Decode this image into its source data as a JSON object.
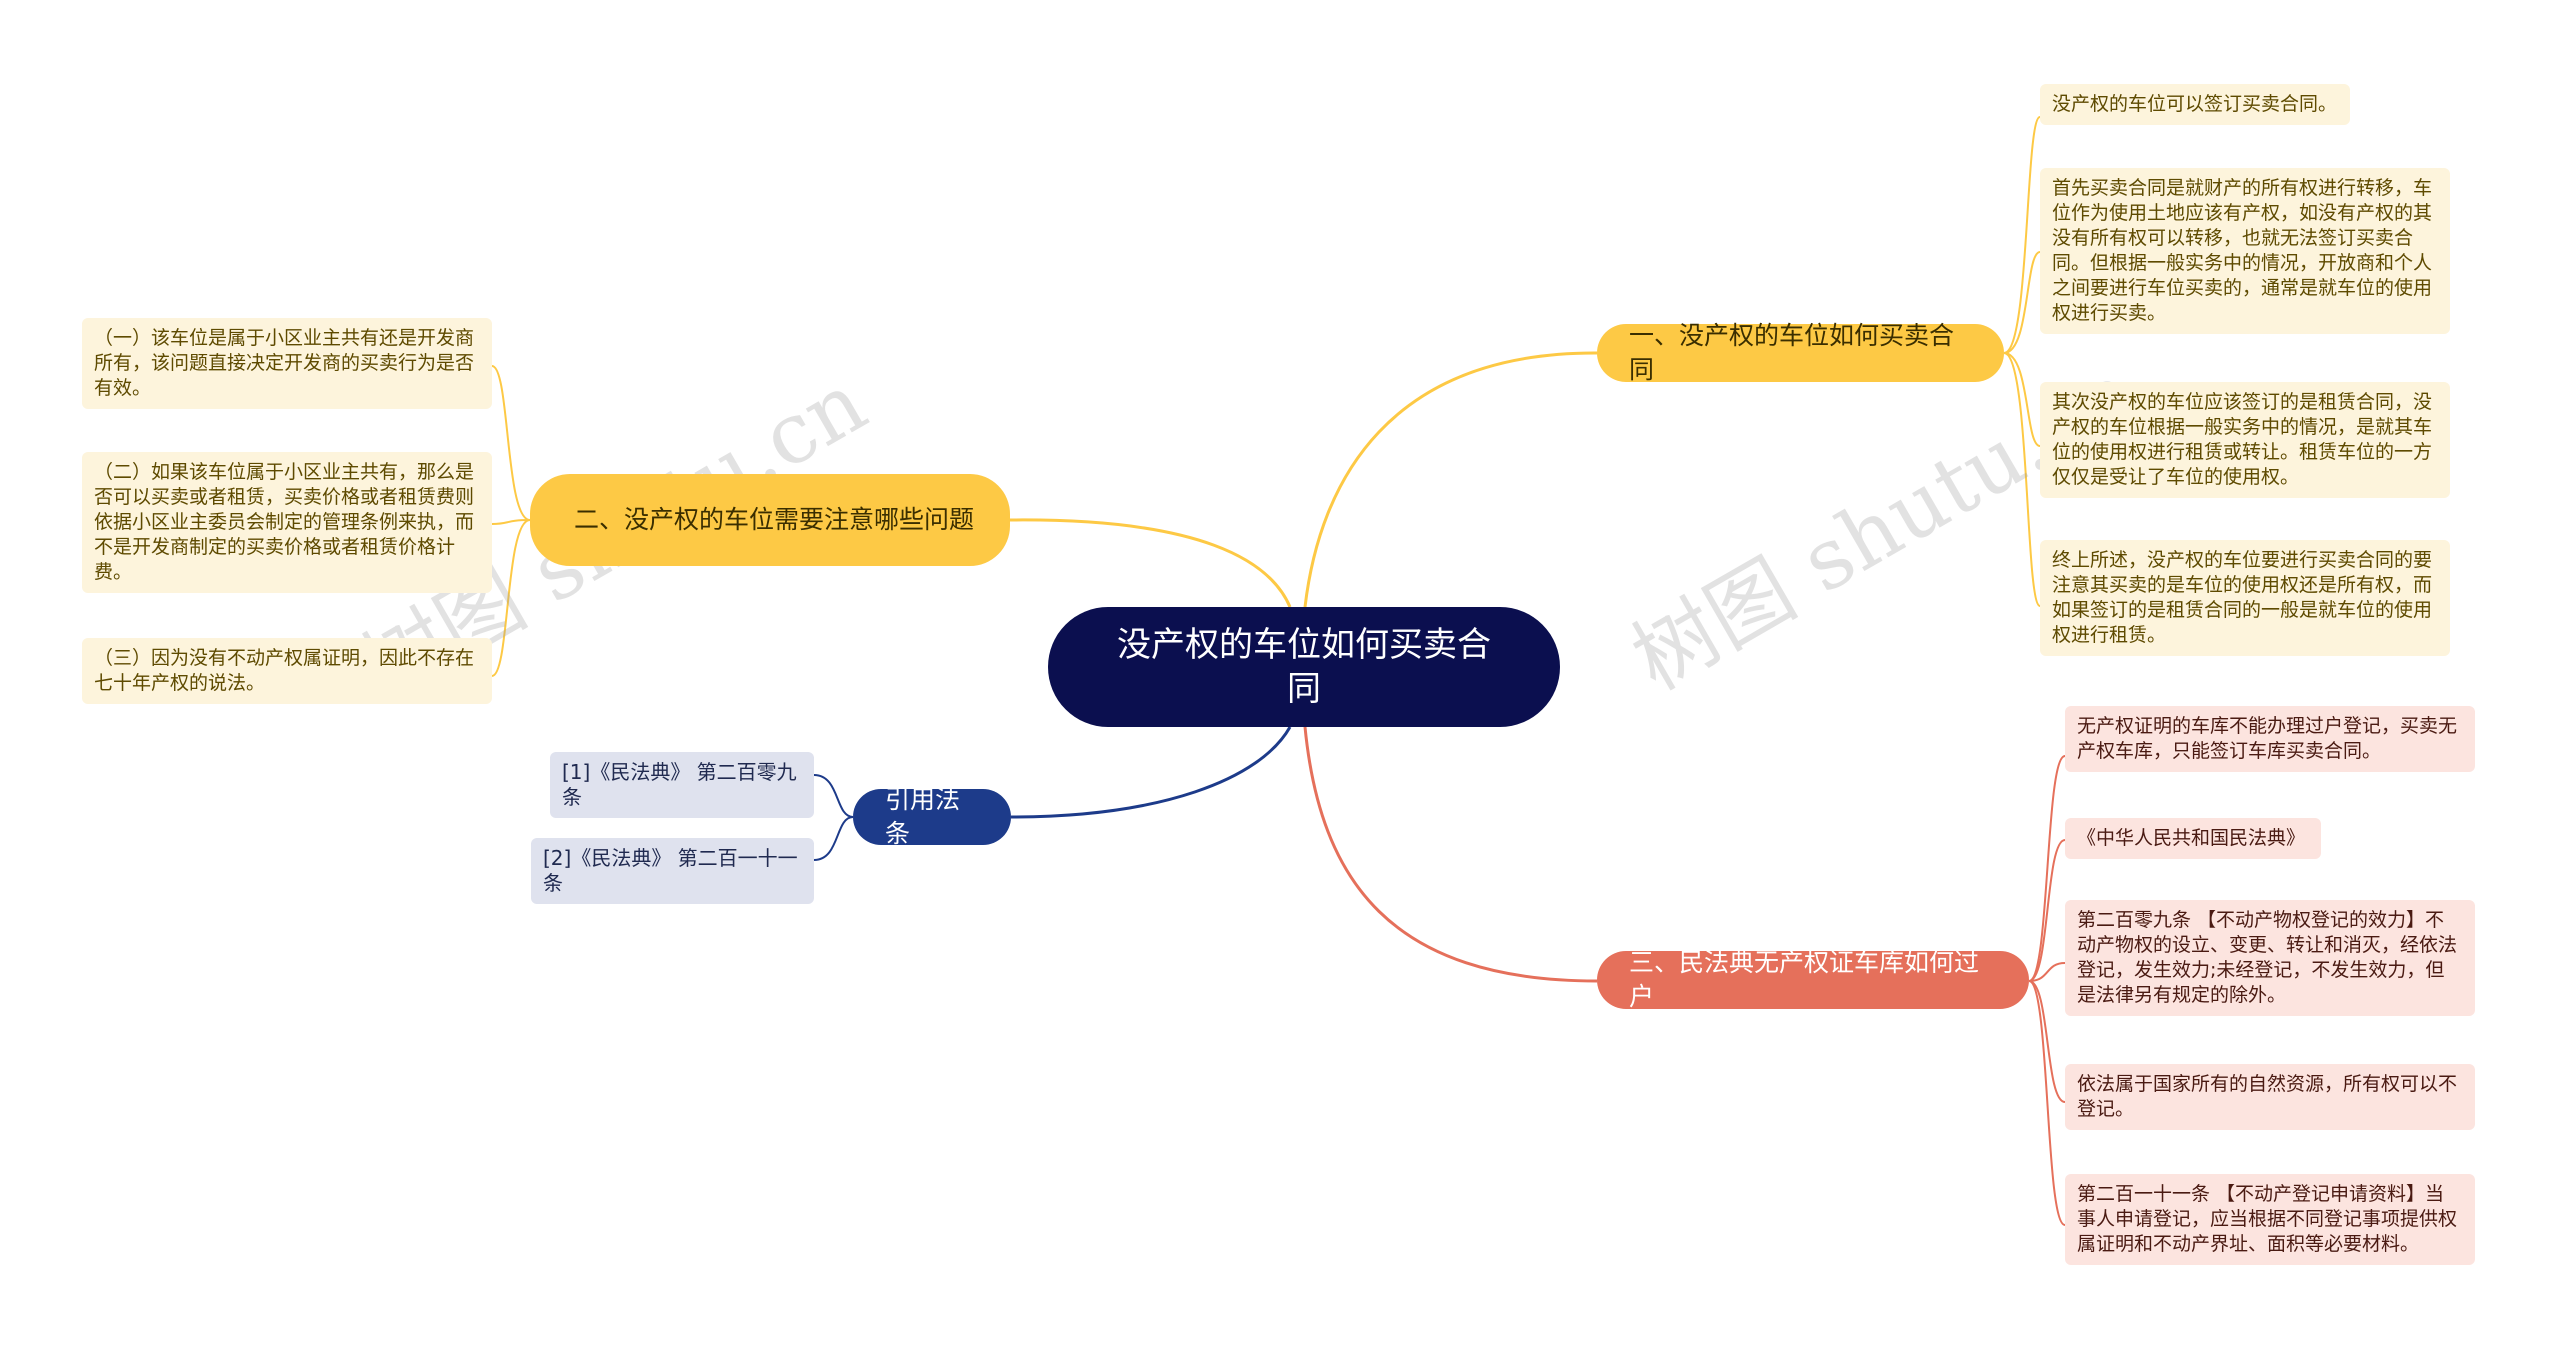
{
  "root": {
    "title": "没产权的车位如何买卖合同"
  },
  "branches": {
    "b1": {
      "label": "一、没产权的车位如何买卖合同",
      "color": "#fdc945",
      "items": [
        "没产权的车位可以签订买卖合同。",
        "首先买卖合同是就财产的所有权进行转移，车位作为使用土地应该有产权，如没有产权的其没有所有权可以转移，也就无法签订买卖合同。但根据一般实务中的情况，开放商和个人之间要进行车位买卖的，通常是就车位的使用权进行买卖。",
        "其次没产权的车位应该签订的是租赁合同，没产权的车位根据一般实务中的情况，是就其车位的使用权进行租赁或转让。租赁车位的一方仅仅是受让了车位的使用权。",
        "终上所述，没产权的车位要进行买卖合同的要注意其买卖的是车位的使用权还是所有权，而如果签订的是租赁合同的一般是就车位的使用权进行租赁。"
      ]
    },
    "b2": {
      "label": "二、没产权的车位需要注意哪些问题",
      "color": "#fdc945",
      "items": [
        "（一）该车位是属于小区业主共有还是开发商所有，该问题直接决定开发商的买卖行为是否有效。",
        "（二）如果该车位属于小区业主共有，那么是否可以买卖或者租赁，买卖价格或者租赁费则依据小区业主委员会制定的管理条例来执，而不是开发商制定的买卖价格或者租赁价格计费。",
        "（三）因为没有不动产权属证明，因此不存在七十年产权的说法。"
      ]
    },
    "b3": {
      "label": "三、民法典无产权证车库如何过户",
      "color": "#e5705b",
      "items": [
        "无产权证明的车库不能办理过户登记，买卖无产权车库，只能签订车库买卖合同。",
        "《中华人民共和国民法典》",
        "第二百零九条 【不动产物权登记的效力】不动产物权的设立、变更、转让和消灭，经依法登记，发生效力;未经登记，不发生效力，但是法律另有规定的除外。",
        "依法属于国家所有的自然资源，所有权可以不登记。",
        "第二百一十一条 【不动产登记申请资料】当事人申请登记，应当根据不同登记事项提供权属证明和不动产界址、面积等必要材料。"
      ]
    },
    "b4": {
      "label": "引用法条",
      "color": "#1d3b8a",
      "items": [
        "[1]《民法典》 第二百零九条",
        "[2]《民法典》 第二百一十一条"
      ]
    }
  },
  "watermark": {
    "text": "树图 shutu.cn"
  }
}
